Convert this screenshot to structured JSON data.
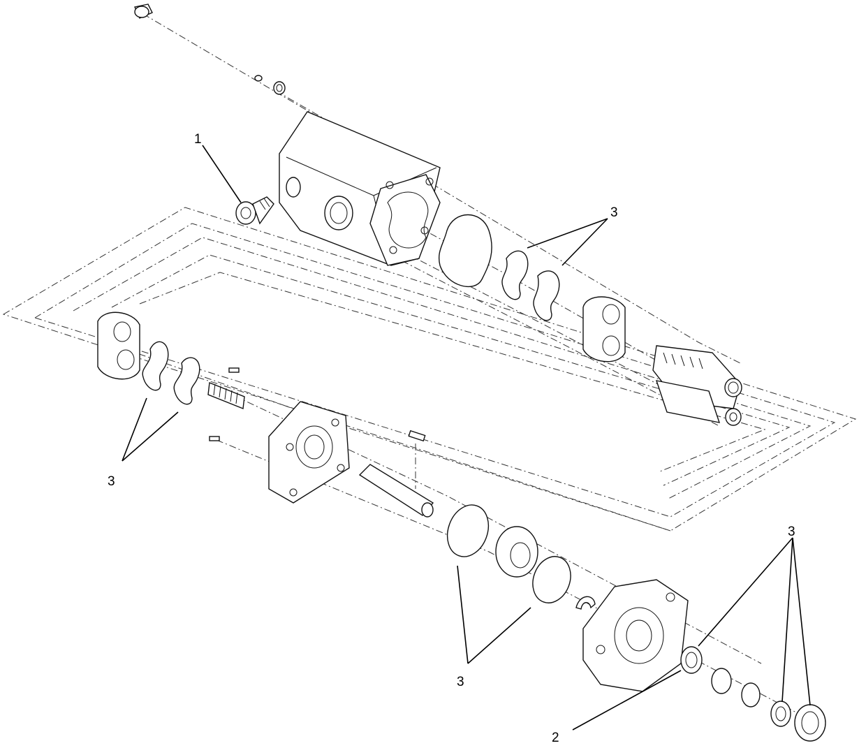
{
  "callouts": [
    {
      "id": "c1",
      "text": "1"
    },
    {
      "id": "c3a",
      "text": "3"
    },
    {
      "id": "c3b",
      "text": "3"
    },
    {
      "id": "c3c",
      "text": "3"
    },
    {
      "id": "c3d",
      "text": "3"
    },
    {
      "id": "c2",
      "text": "2"
    }
  ]
}
